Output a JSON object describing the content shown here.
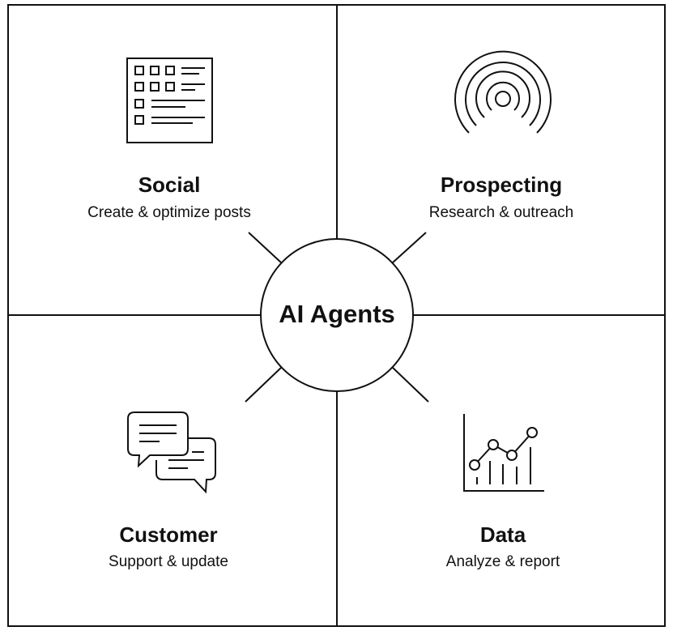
{
  "center": {
    "label": "AI Agents"
  },
  "quadrants": [
    {
      "title": "Social",
      "subtitle": "Create & optimize posts",
      "icon": "checklist-icon"
    },
    {
      "title": "Prospecting",
      "subtitle": "Research & outreach",
      "icon": "signal-icon"
    },
    {
      "title": "Customer",
      "subtitle": "Support & update",
      "icon": "chat-bubbles-icon"
    },
    {
      "title": "Data",
      "subtitle": "Analyze & report",
      "icon": "line-bar-chart-icon"
    }
  ]
}
